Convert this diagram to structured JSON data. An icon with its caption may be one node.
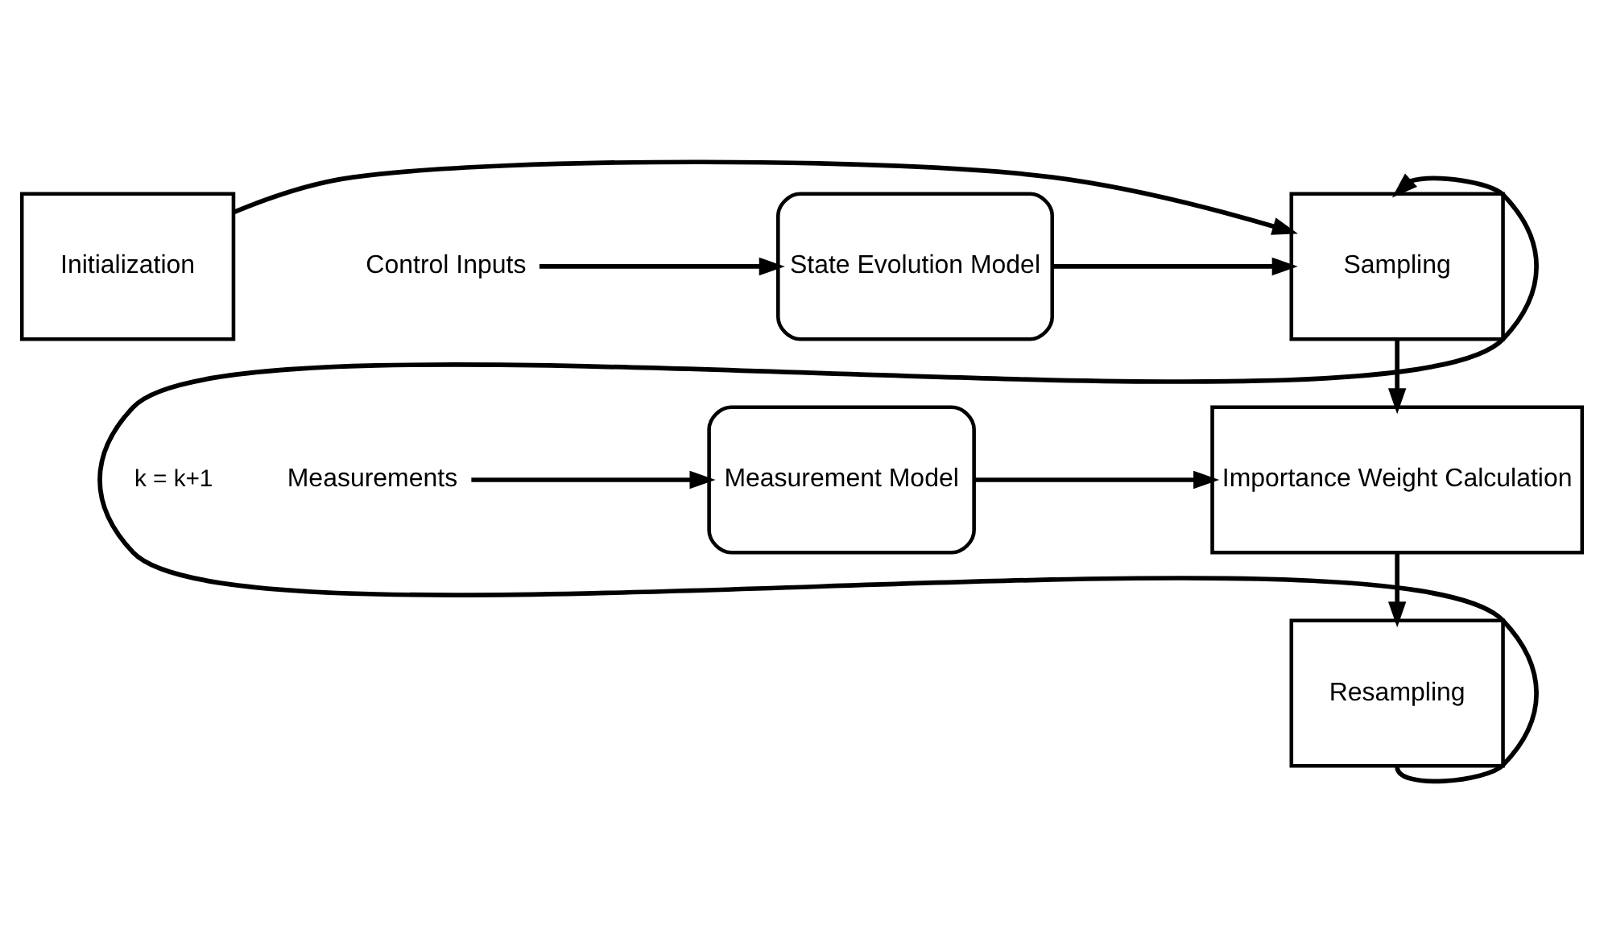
{
  "diagram": {
    "nodes": [
      {
        "text": [
          "Initialization"
        ]
      },
      {
        "text": [
          "Sampling"
        ]
      },
      {
        "text": [
          "Importance Weight Calculation"
        ]
      },
      {
        "text": [
          "Resampling"
        ]
      },
      {
        "text": [
          "State Evolution Model"
        ]
      },
      {
        "text": [
          "Measurement Model"
        ]
      },
      {
        "text": [
          "Control Inputs"
        ]
      },
      {
        "text": [
          "Measurements"
        ]
      }
    ],
    "edges": [
      {
        "from": 0,
        "to": 1,
        "arrow": "to"
      },
      {
        "from": 1,
        "to": 2,
        "arrow": "to"
      },
      {
        "from": 2,
        "to": 3,
        "arrow": "to"
      },
      {
        "from": 3,
        "to": 1,
        "arrow": "to",
        "label": "k = k+1"
      },
      {
        "from": 4,
        "to": 1,
        "arrow": "to"
      },
      {
        "from": 5,
        "to": 2,
        "arrow": "to"
      },
      {
        "from": 6,
        "to": 4,
        "arrow": "to"
      },
      {
        "from": 7,
        "to": 5,
        "arrow": "to"
      }
    ]
  }
}
